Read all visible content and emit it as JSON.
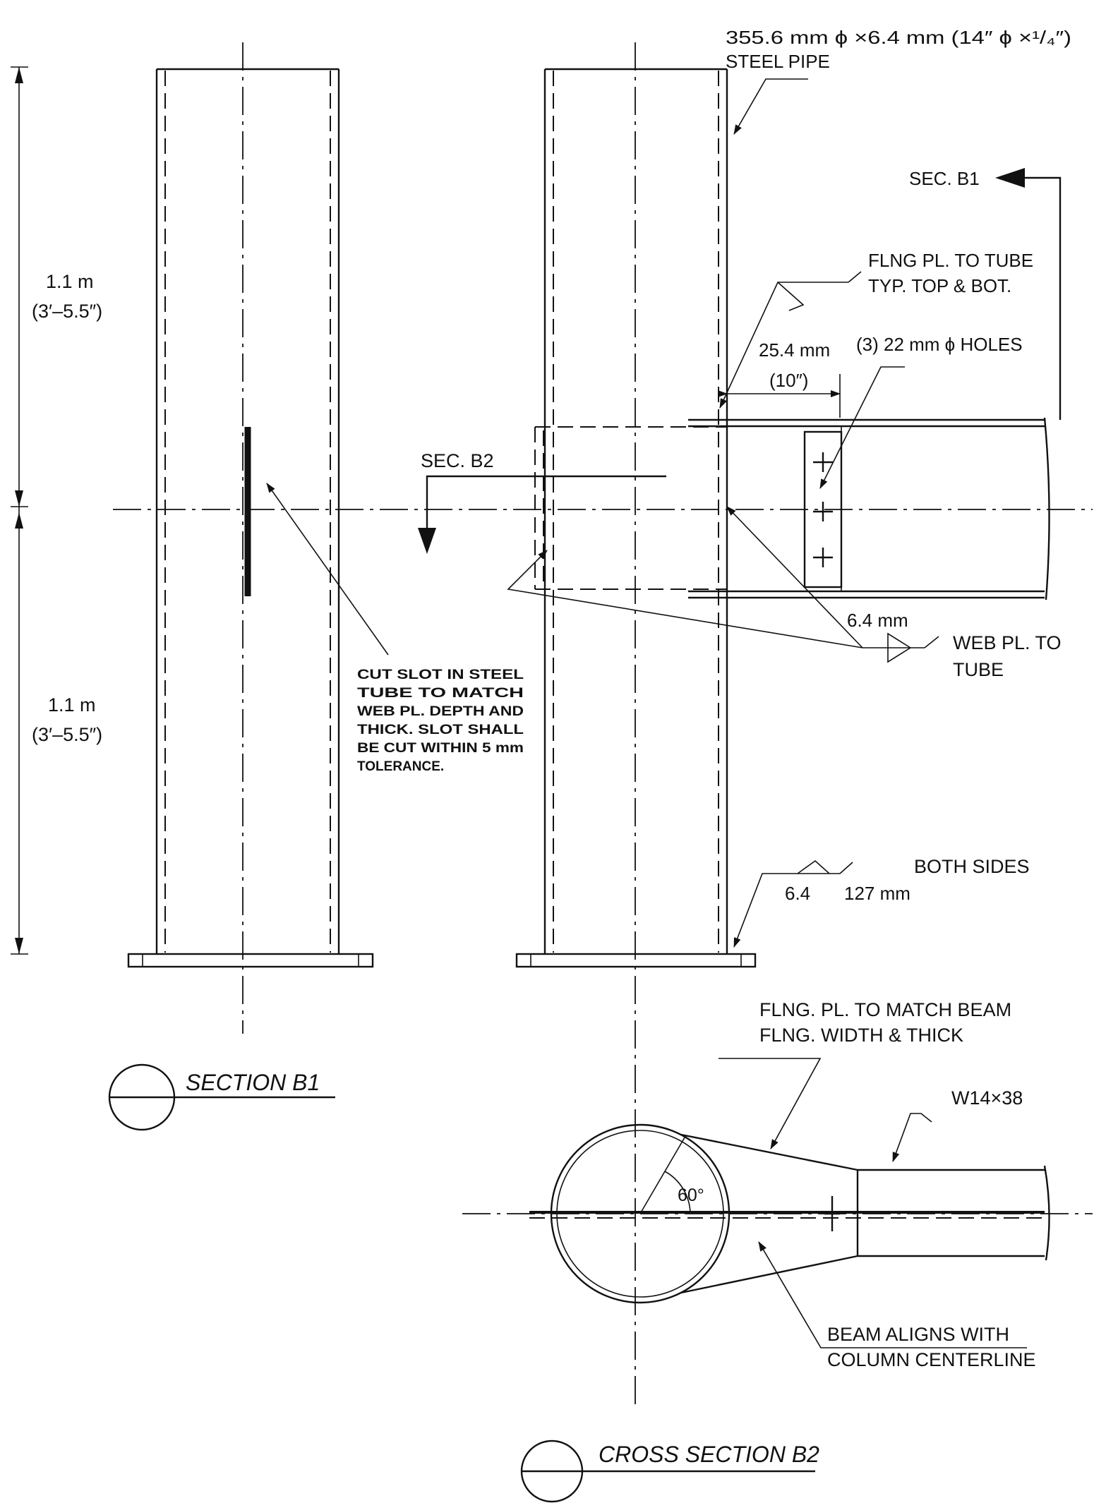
{
  "pipe_label_1": "355.6 mm ϕ ×6.4 mm (14″ ϕ ×¹/₄″)",
  "pipe_label_2": "STEEL PIPE",
  "sec_b1_arrow_label": "SEC. B1",
  "sec_b2_arrow_label": "SEC. B2",
  "flng_weld_1": "FLNG PL. TO TUBE",
  "flng_weld_2": "TYP. TOP & BOT.",
  "dim_flange_mm": "25.4 mm",
  "dim_flange_in": "(10″)",
  "holes_label": "(3)  22 mm ϕ HOLES",
  "dim_upper_m": "1.1 m",
  "dim_upper_ftin": "(3′–5.5″)",
  "dim_lower_m": "1.1 m",
  "dim_lower_ftin": "(3′–5.5″)",
  "weld_size": "6.4 mm",
  "web_weld_1": "WEB PL. TO",
  "web_weld_2": "TUBE",
  "slot_note": [
    "CUT SLOT IN STEEL",
    "TUBE   TO   MATCH",
    "WEB PL. DEPTH AND",
    "THICK. SLOT SHALL",
    "BE CUT WITHIN 5 mm",
    "TOLERANCE."
  ],
  "base_weld_size": "6.4",
  "base_weld_length": "127 mm",
  "base_weld_note": "BOTH SIDES",
  "section_b1_title": "SECTION B1",
  "flng_match_1": "FLNG. PL. TO MATCH BEAM",
  "flng_match_2": "FLNG. WIDTH & THICK",
  "beam_label": "W14×38",
  "angle_label": "60°",
  "align_note_1": "BEAM ALIGNS WITH",
  "align_note_2": "COLUMN CENTERLINE",
  "section_b2_title": "CROSS SECTION B2"
}
